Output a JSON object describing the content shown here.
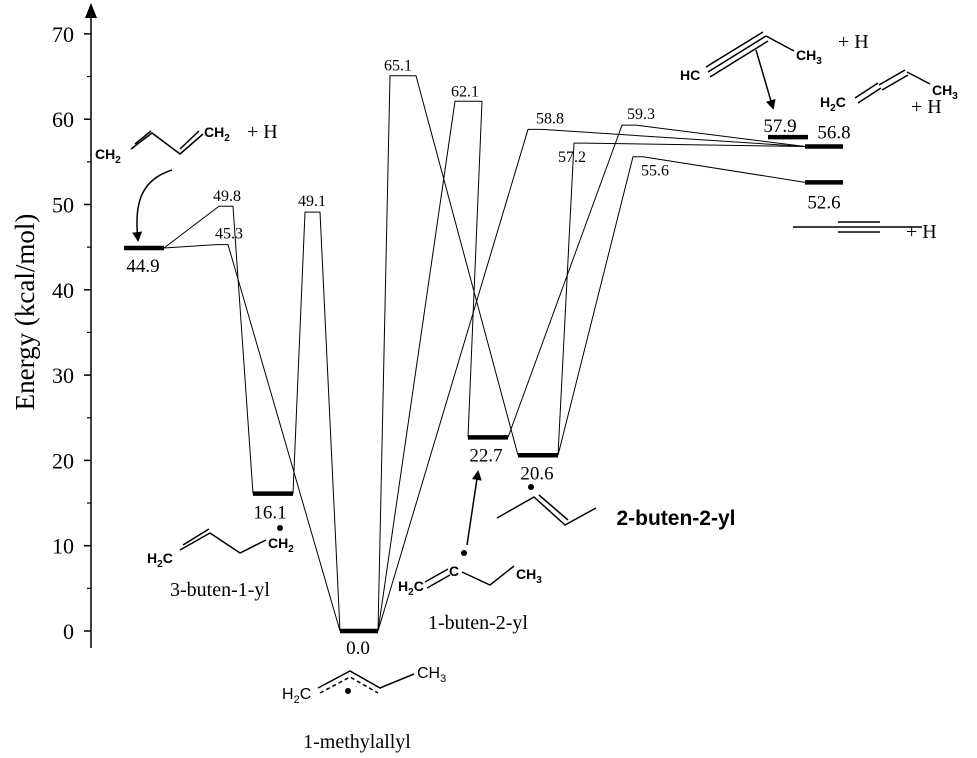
{
  "chart_data": {
    "type": "energy-level-diagram",
    "ylabel": "Energy (kcal/mol)",
    "ylim": [
      0,
      70
    ],
    "yticks": [
      0,
      10,
      20,
      30,
      40,
      50,
      60,
      70
    ],
    "species": [
      {
        "id": "c4h6_butadiene",
        "energy": 44.9,
        "label": "44.9",
        "reagent": "+ H"
      },
      {
        "id": "3_buten_1_yl",
        "energy": 16.1,
        "label": "16.1",
        "name": "3-buten-1-yl"
      },
      {
        "id": "1_methylallyl",
        "energy": 0.0,
        "label": "0.0",
        "name": "1-methylallyl"
      },
      {
        "id": "1_buten_2_yl",
        "energy": 22.7,
        "label": "22.7",
        "name": "1-buten-2-yl"
      },
      {
        "id": "2_buten_2_yl",
        "energy": 20.6,
        "label": "20.6",
        "name": "2-buten-2-yl"
      },
      {
        "id": "1_butyne",
        "energy": 57.9,
        "label": "57.9",
        "reagent": "+ H"
      },
      {
        "id": "1_2_butadiene",
        "energy": 56.8,
        "label": "56.8",
        "reagent": "+ H"
      },
      {
        "id": "2_butyne",
        "energy": 52.6,
        "label": "52.6",
        "reagent": "+ H"
      }
    ],
    "transition_states": [
      {
        "energy": 49.8,
        "label": "49.8",
        "connects": [
          "c4h6_butadiene",
          "3_buten_1_yl"
        ]
      },
      {
        "energy": 45.3,
        "label": "45.3",
        "connects": [
          "c4h6_butadiene",
          "1_methylallyl"
        ]
      },
      {
        "energy": 49.1,
        "label": "49.1",
        "connects": [
          "3_buten_1_yl",
          "1_methylallyl"
        ]
      },
      {
        "energy": 65.1,
        "label": "65.1",
        "connects": [
          "1_methylallyl",
          "2_buten_2_yl"
        ]
      },
      {
        "energy": 62.1,
        "label": "62.1",
        "connects": [
          "1_methylallyl",
          "1_buten_2_yl"
        ]
      },
      {
        "energy": 58.8,
        "label": "58.8",
        "connects": [
          "1_methylallyl",
          "1_2_butadiene"
        ]
      },
      {
        "energy": 59.3,
        "label": "59.3",
        "connects": [
          "1_buten_2_yl",
          "1_2_butadiene"
        ]
      },
      {
        "energy": 57.2,
        "label": "57.2",
        "connects": [
          "2_buten_2_yl",
          "1_2_butadiene"
        ]
      },
      {
        "energy": 55.6,
        "label": "55.6",
        "connects": [
          "2_buten_2_yl",
          "2_butyne"
        ]
      }
    ],
    "structure_text": {
      "ch2_a": "CH",
      "ch2_a_sub": "2",
      "ch2_b": "CH",
      "ch2_b_sub": "2",
      "h2c": "H",
      "h2c_sub": "2",
      "h2c_tail": "C",
      "ch3": "CH",
      "ch3_sub": "3",
      "hc": "HC"
    }
  }
}
